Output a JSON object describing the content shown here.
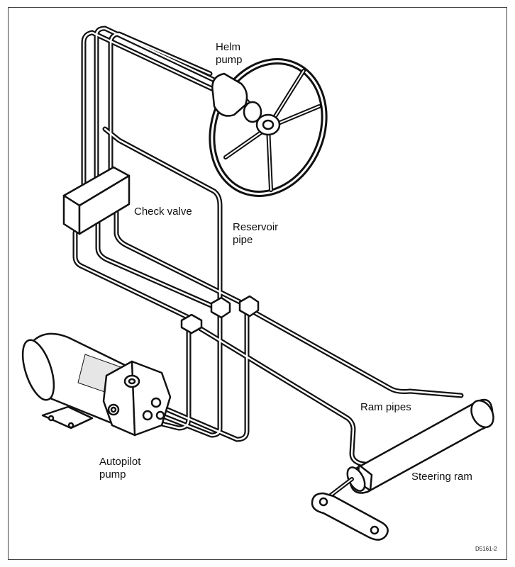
{
  "diagram": {
    "labels": {
      "helm_pump": "Helm\npump",
      "check_valve": "Check valve",
      "reservoir_pipe": "Reservoir\npipe",
      "ram_pipes": "Ram pipes",
      "autopilot_pump": "Autopilot\npump",
      "steering_ram": "Steering ram"
    },
    "figure_id": "D5161-2",
    "colors": {
      "line": "#111111",
      "fill": "#ffffff",
      "shade": "#d9d9d9"
    }
  }
}
